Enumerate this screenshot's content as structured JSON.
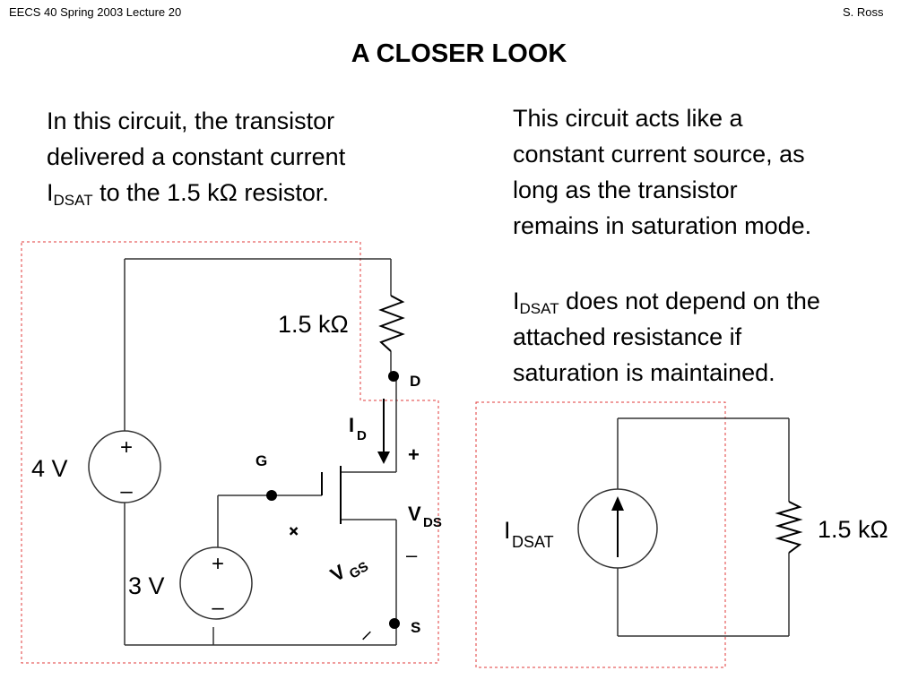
{
  "header": {
    "left": "EECS 40 Spring 2003  Lecture 20",
    "right": "S. Ross"
  },
  "title": "A CLOSER LOOK",
  "left_text": {
    "line1": "In this circuit, the transistor",
    "line2": "delivered a constant current",
    "line3_sym": "I",
    "line3_sub": "DSAT",
    "line3_rest": " to the 1.5 kΩ resistor."
  },
  "right_text": {
    "p1_line1": "This circuit acts like a",
    "p1_line2": "constant current source, as",
    "p1_line3": "long as the transistor",
    "p1_line4": "remains in saturation mode.",
    "p2_sym": "I",
    "p2_sub": "DSAT",
    "p2_line1_rest": " does not depend on the",
    "p2_line2": "attached resistance if",
    "p2_line3": "saturation is maintained."
  },
  "circuit1": {
    "resistor": "1.5 kΩ",
    "vsrc_4": "4 V",
    "vsrc_3": "3 V",
    "plus": "+",
    "minus": "–",
    "drain": "D",
    "gate": "G",
    "source": "S",
    "id_sym": "I",
    "id_sub": "D",
    "vds_sym": "V",
    "vds_sub": "DS",
    "vgs_sym": "V",
    "vgs_sub": "GS",
    "vgs_plus": "+",
    "vgs_minus": "–"
  },
  "circuit2": {
    "source_sym": "I",
    "source_sub": "DSAT",
    "resistor": "1.5 kΩ"
  },
  "colors": {
    "dashed_box": "#e03a3a",
    "wire": "#333333"
  }
}
